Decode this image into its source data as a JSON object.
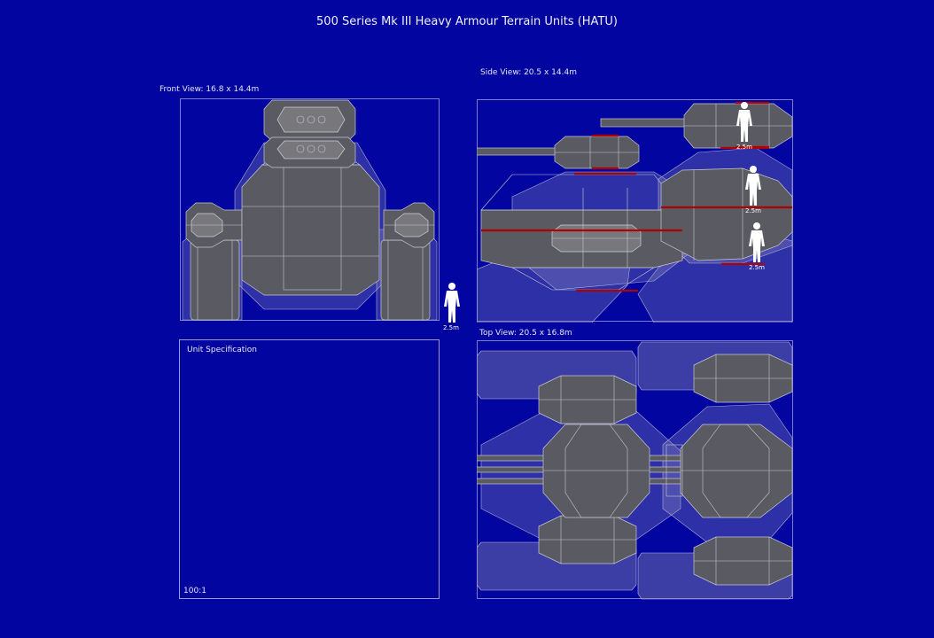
{
  "title": "500 Series Mk III Heavy Armour Terrain Units (HATU)",
  "views": {
    "front": {
      "label": "Front View: 16.8 x 14.4m"
    },
    "side": {
      "label": "Side View: 20.5 x 14.4m"
    },
    "top": {
      "label": "Top View: 20.5 x 16.8m"
    }
  },
  "spec": {
    "title": "Unit Specification",
    "scale": "100:1"
  },
  "human_scale": {
    "label": "2.5m"
  },
  "colors": {
    "background": "#0205a0",
    "armour": "#5a5a62",
    "outline": "#c8c8d0",
    "marker": "#b00000"
  }
}
